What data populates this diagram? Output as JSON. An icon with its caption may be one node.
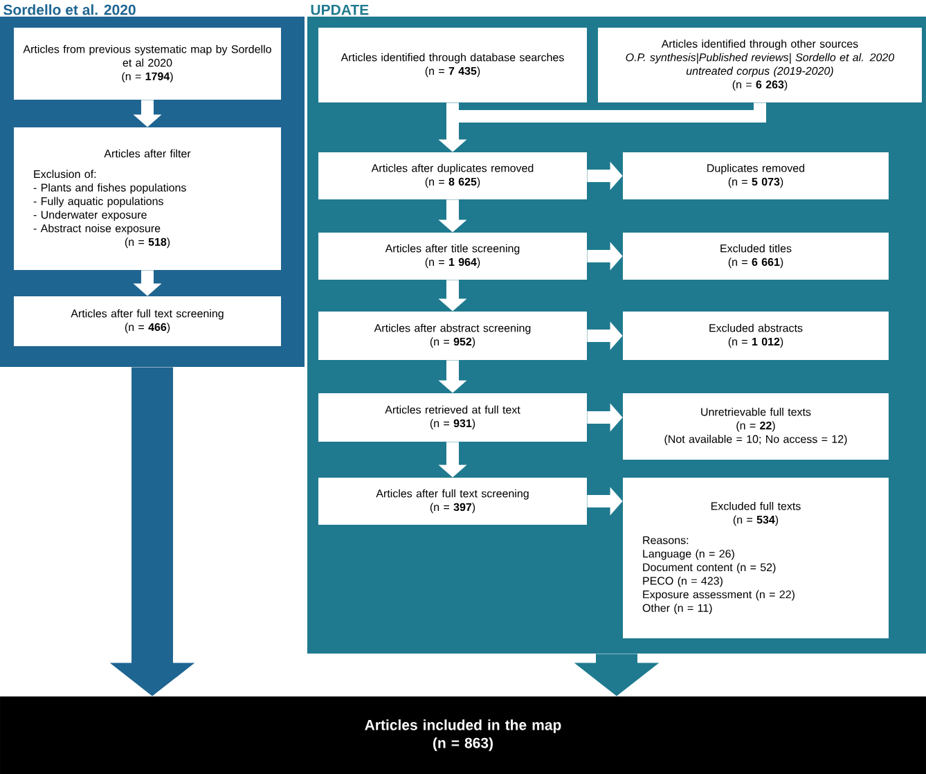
{
  "diagram": {
    "nodes": [
      {
        "text": [
          "Sordello et al. 2020"
        ]
      },
      {
        "text": [
          "Articles from previous systematic map by Sordello et al 2020",
          "(n = **1794**)"
        ],
        "in": 0
      },
      {
        "text": [
          "Articles after filter",
          "Exclusion of:",
          "- Plants and fishes populations",
          "- Fully aquatic populations",
          "- Underwater exposure",
          "- Abstract noise exposure",
          "(n = **518**)"
        ],
        "in": 0
      },
      {
        "text": [
          "Articles after full text screening",
          "(n = **466**)"
        ],
        "in": 0
      },
      {
        "text": [
          "UPDATE"
        ]
      },
      {
        "text": [
          "Articles identified through database searches",
          "(n = **7 435**)"
        ],
        "in": 4
      },
      {
        "text": [
          "Articles identified through other sources",
          "O.P. synthesis|Published reviews| Sordello et al. 2020 untreated corpus (2019-2020)",
          "(n = **6 263**)"
        ],
        "in": 4
      },
      {
        "text": [
          "Articles after duplicates removed",
          "(n = **8 625**)"
        ],
        "in": 4
      },
      {
        "text": [
          "Duplicates removed",
          "(n = **5 073**)"
        ],
        "in": 4
      },
      {
        "text": [
          "Articles after title screening",
          "(n = **1 964**)"
        ],
        "in": 4
      },
      {
        "text": [
          "Excluded titles",
          "(n = **6 661**)"
        ],
        "in": 4
      },
      {
        "text": [
          "Articles after abstract screening",
          "(n = **952**)"
        ],
        "in": 4
      },
      {
        "text": [
          "Excluded abstracts",
          "(n = **1 012**)"
        ],
        "in": 4
      },
      {
        "text": [
          "Articles retrieved at full text",
          "(n = **931**)"
        ],
        "in": 4
      },
      {
        "text": [
          "Unretrievable full texts",
          "(n = **22**)",
          "(Not available = 10; No access = 12)"
        ],
        "in": 4
      },
      {
        "text": [
          "Articles after full text screening",
          "(n = **397**)"
        ],
        "in": 4
      },
      {
        "text": [
          "Excluded full texts",
          "(n = **534**)",
          "Reasons:",
          "Language (n = 26)",
          "Document content (n = 52)",
          "PECO (n = 423)",
          "Exposure assessment (n = 22)",
          "Other (n = 11)"
        ],
        "in": 4
      },
      {
        "text": [
          "Articles included in the map",
          "(n = 863)"
        ]
      }
    ],
    "edges": [
      {
        "from": 1,
        "to": 2,
        "arrow": "to"
      },
      {
        "from": 2,
        "to": 3,
        "arrow": "to"
      },
      {
        "from": 5,
        "to": 7,
        "arrow": "to"
      },
      {
        "from": 6,
        "to": 7,
        "arrow": "to"
      },
      {
        "from": 7,
        "to": 8,
        "arrow": "to"
      },
      {
        "from": 7,
        "to": 9,
        "arrow": "to"
      },
      {
        "from": 9,
        "to": 10,
        "arrow": "to"
      },
      {
        "from": 9,
        "to": 11,
        "arrow": "to"
      },
      {
        "from": 11,
        "to": 12,
        "arrow": "to"
      },
      {
        "from": 11,
        "to": 13,
        "arrow": "to"
      },
      {
        "from": 13,
        "to": 14,
        "arrow": "to"
      },
      {
        "from": 13,
        "to": 15,
        "arrow": "to"
      },
      {
        "from": 15,
        "to": 16,
        "arrow": "to"
      },
      {
        "from": 0,
        "to": 17,
        "arrow": "to",
        "style": "thick",
        "color": "#1f6591"
      },
      {
        "from": 4,
        "to": 17,
        "arrow": "to",
        "style": "thick",
        "color": "#1f7a8f"
      }
    ]
  }
}
